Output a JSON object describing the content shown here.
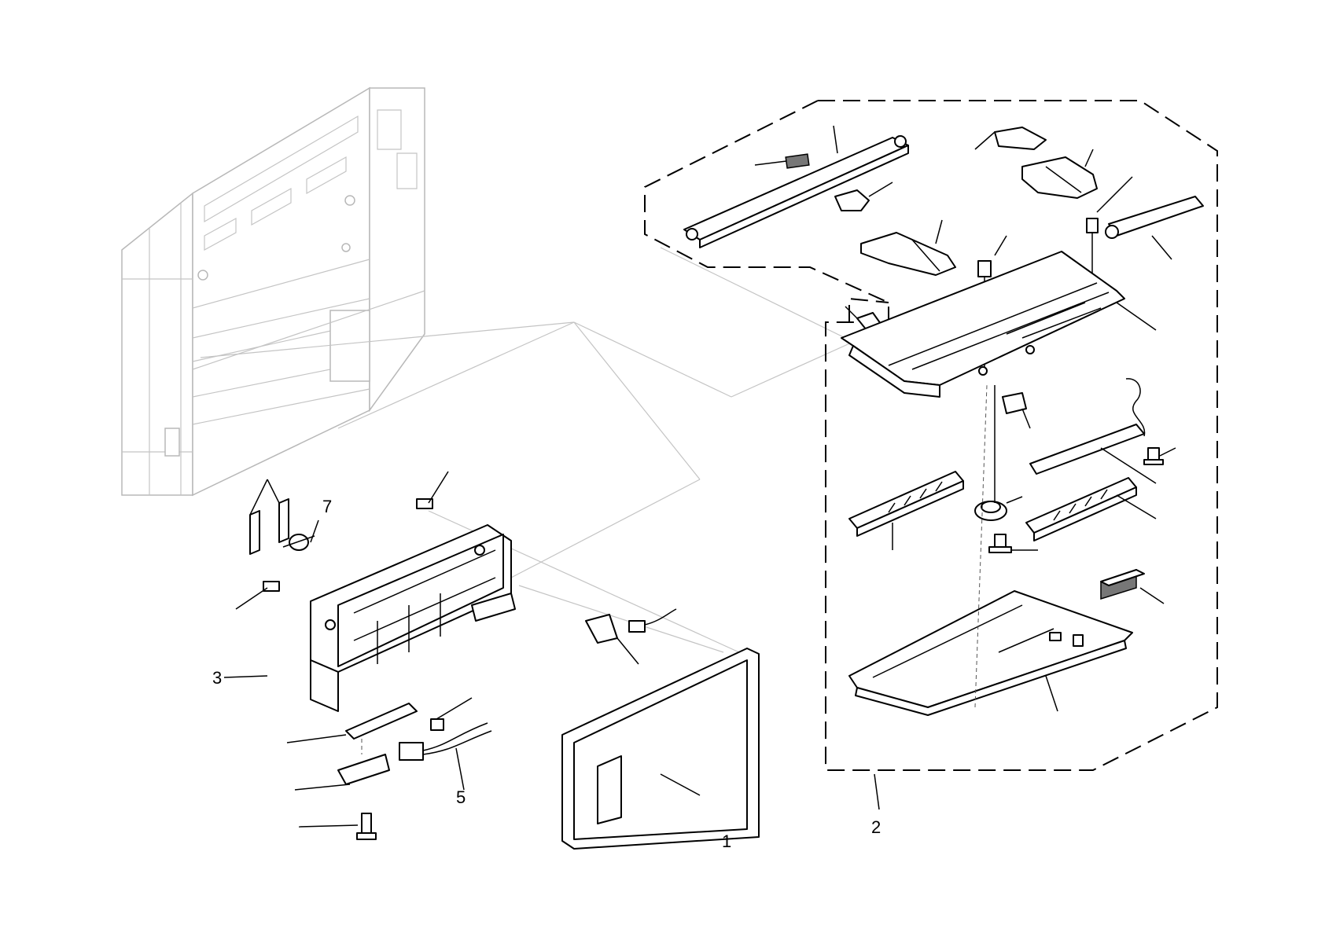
{
  "callouts": [
    {
      "id": "callout-1",
      "text": "1"
    },
    {
      "id": "callout-2",
      "text": "2"
    },
    {
      "id": "callout-3",
      "text": "3"
    },
    {
      "id": "callout-5",
      "text": "5"
    },
    {
      "id": "callout-7",
      "text": "7"
    }
  ],
  "colors": {
    "ink": "#000000",
    "background_machine": "#b8b8b8",
    "paper": "#ffffff"
  }
}
